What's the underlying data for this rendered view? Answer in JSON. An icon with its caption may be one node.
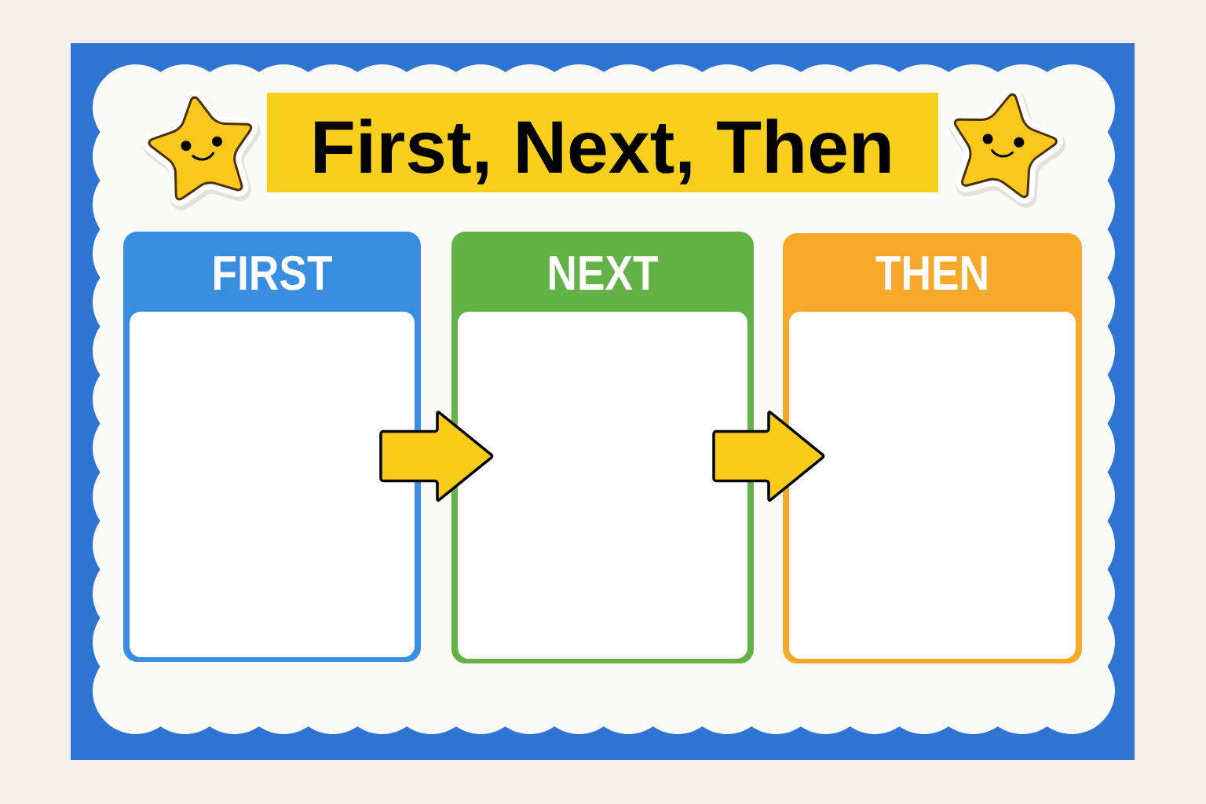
{
  "diagram": {
    "title": "First, Next, Then",
    "nodes": [
      {
        "text": [
          "FIRST"
        ]
      },
      {
        "text": [
          "NEXT"
        ]
      },
      {
        "text": [
          "THEN"
        ]
      }
    ],
    "edges": [
      {
        "from": 0,
        "to": 1,
        "arrow": "to"
      },
      {
        "from": 1,
        "to": 2,
        "arrow": "to"
      }
    ]
  }
}
